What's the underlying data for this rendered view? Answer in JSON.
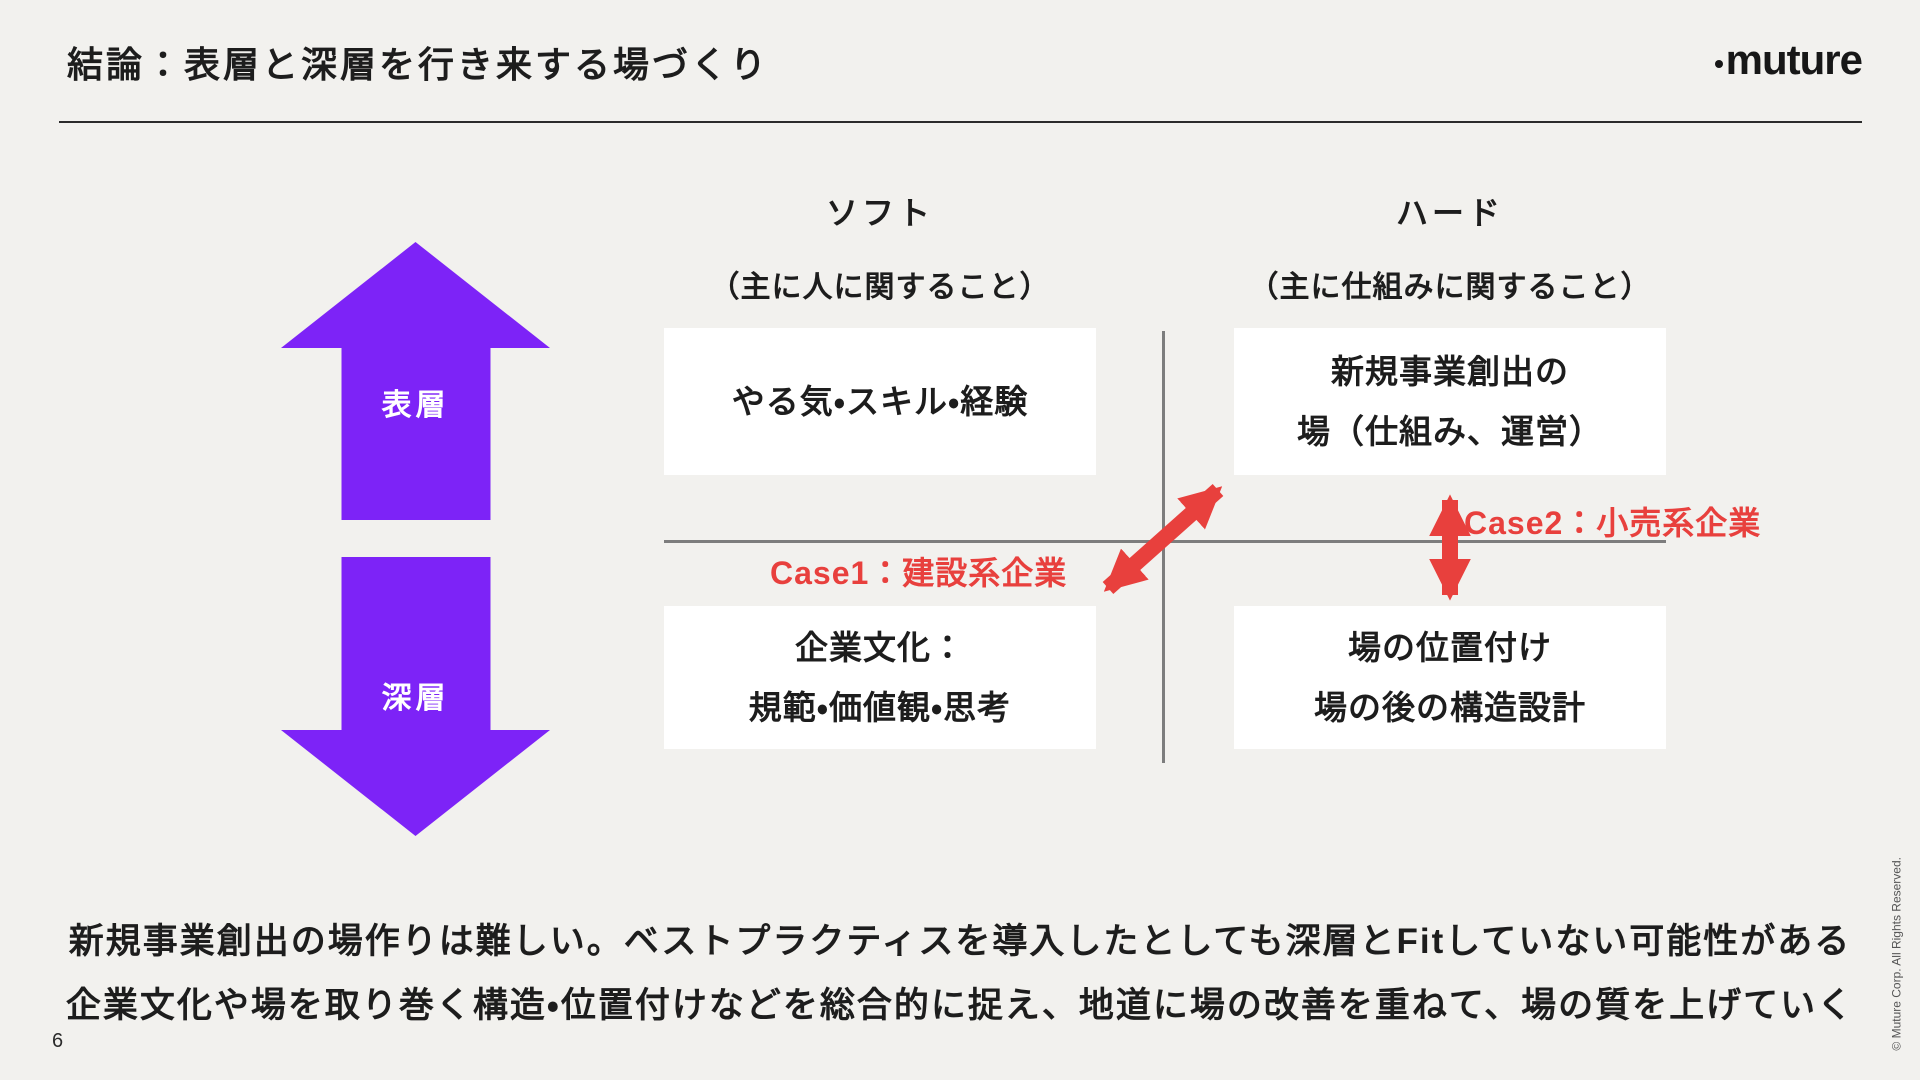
{
  "slide": {
    "title": "結論：表層と深層を行き来する場づくり",
    "logo_text": "muture",
    "page_number": "6",
    "copyright": "© Muture Corp. All Rights Reserved."
  },
  "depth_axis": {
    "surface_label": "表層",
    "deep_label": "深層"
  },
  "columns": [
    {
      "title": "ソフト",
      "subtitle": "（主に人に関すること）"
    },
    {
      "title": "ハード",
      "subtitle": "（主に仕組みに関すること）"
    }
  ],
  "matrix": {
    "top_left": {
      "lines": [
        "やる気・スキル・経験"
      ]
    },
    "top_right": {
      "lines": [
        "新規事業創出の",
        "場（仕組み、運営）"
      ]
    },
    "bottom_left": {
      "lines": [
        "企業文化：",
        "規範・価値観・思考"
      ]
    },
    "bottom_right": {
      "lines": [
        "場の位置付け",
        "場の後の構造設計"
      ]
    }
  },
  "cases": {
    "case1": "Case1：建設系企業",
    "case2": "Case2：小売系企業"
  },
  "summary": {
    "line1": "新規事業創出の場作りは難しい。ベストプラクティスを導入したとしても深層とFitしていない可能性がある",
    "line2": "企業文化や場を取り巻く構造・位置付けなどを総合的に捉え、地道に場の改善を重ねて、場の質を上げていく"
  },
  "colors": {
    "background": "#f2f1ee",
    "purple": "#7d23f7",
    "red": "#e8403d",
    "text": "#1d1d1d"
  }
}
